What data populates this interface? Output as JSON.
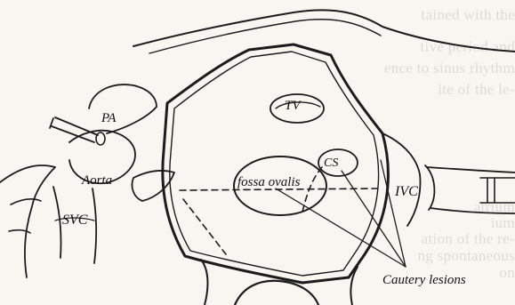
{
  "labels": {
    "pa": "PA",
    "tv": "TV",
    "cs": "CS",
    "aorta": "Aorta",
    "fossa_ovalis": "fossa ovalis",
    "svc": "SVC",
    "ivc": "IVC",
    "cautery_lesions": "Cautery lesions"
  },
  "background_text": [
    "tained with the",
    "tive period and",
    "ence to sinus rhythm",
    "ite of the le-",
    "atrium",
    "ium",
    "ation of the re-",
    "ng spontaneous",
    "on"
  ],
  "colors": {
    "ink": "#1c1c1c",
    "paper": "#f7f6f1"
  }
}
